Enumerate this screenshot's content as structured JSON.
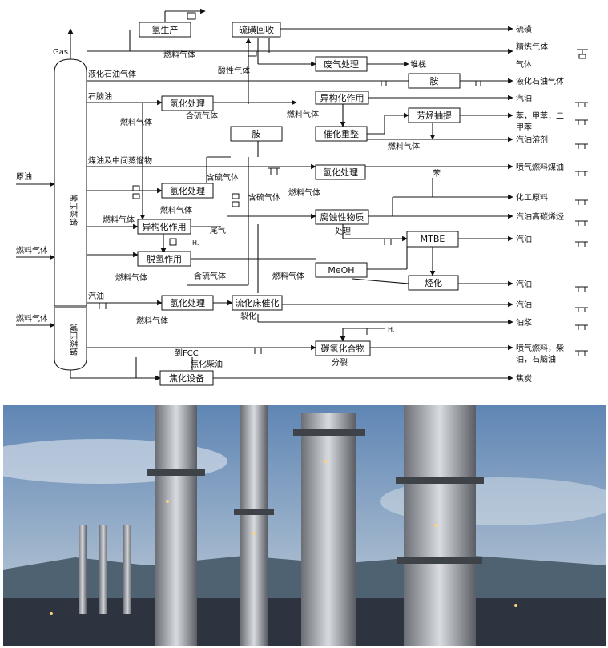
{
  "colors": {
    "line": "#111111",
    "sky_top": "#5f86b4",
    "sky_bottom": "#c9d3dc",
    "hills": "#4e6272",
    "steel": "#b7bcc2",
    "light": "#ffd27a"
  },
  "columns": {
    "atm": "常压蒸馏",
    "vac": "减压蒸馏"
  },
  "units": {
    "h2_prod": "氢生产",
    "sulfur_recovery": "硫磺回收",
    "tail_gas": "废气处理",
    "amine_top": "胺",
    "hydro1": "氢化处理",
    "isom1": "异构化作用",
    "aromatics": "芳烃抽提",
    "amine_mid": "胺",
    "reforming": "催化重整",
    "hydro2": "氢化处理",
    "hydro3": "氢化处理",
    "isom2": "异构化作用",
    "corrosive": "腐蚀性物质",
    "mtbe": "MTBE",
    "dehex": "脱氢作用",
    "meoh": "MeOH",
    "alkyl": "烃化",
    "hydro4": "氢化处理",
    "fcc": "流化床催化",
    "hydrocrack": "碳氢化合物",
    "coker": "焦化设备"
  },
  "labels": {
    "gas": "Gas",
    "lpg_left": "液化石油气体",
    "naphtha": "石脑油",
    "kero": "煤油及中间蒸馏物",
    "crude": "原油",
    "fuel_gas_in1": "燃料气体",
    "fuel_gas_in2": "燃料气体",
    "gasoil": "汽油",
    "fuel_gas_h2": "燃料气体",
    "acid_gas": "酸性气体",
    "stack": "堆栈",
    "fg_hydro1": "燃料气体",
    "sour_gas1": "含硫气体",
    "fg_isom1": "燃料气体",
    "fg_reforming": "燃料气体",
    "sour_gas2": "含硫气体",
    "fg_hydro3": "燃料气体",
    "fg_hydro2": "燃料气体",
    "sour_gas3": "含硫气体",
    "fg_isom2": "燃料气体",
    "tail": "尾气",
    "h2_a": "H.",
    "benzene": "苯",
    "treat": "处理",
    "fg_dehex": "燃料气体",
    "sour_gas4": "含硫气体",
    "fg_fcc": "燃料气体",
    "fg_hydro4": "燃料气体",
    "cracking": "裂化",
    "h2_b": "H.",
    "to_fcc": "到FCC",
    "coker_diesel": "焦化柴油",
    "crack_split": "分裂"
  },
  "products": {
    "sulfur": "硫磺",
    "refined_gas": "精炼气体",
    "gas": "气体",
    "lpg": "液化石油气体",
    "gasoline1": "汽油",
    "aromatics_line1": "苯，甲苯，二",
    "aromatics_line2": "甲苯",
    "gasoline_solvent": "汽油溶剂",
    "jet_kero": "喷气燃料煤油",
    "chem_feed": "化工原料",
    "gasoline_olefin": "汽油高碳烯烃",
    "gasoline2": "汽油",
    "gasoline3": "汽油",
    "gasoline4": "汽油",
    "slurry": "油浆",
    "jet_line1": "喷气燃料，柴",
    "jet_line2": "油，石脑油",
    "coke": "焦炭"
  }
}
